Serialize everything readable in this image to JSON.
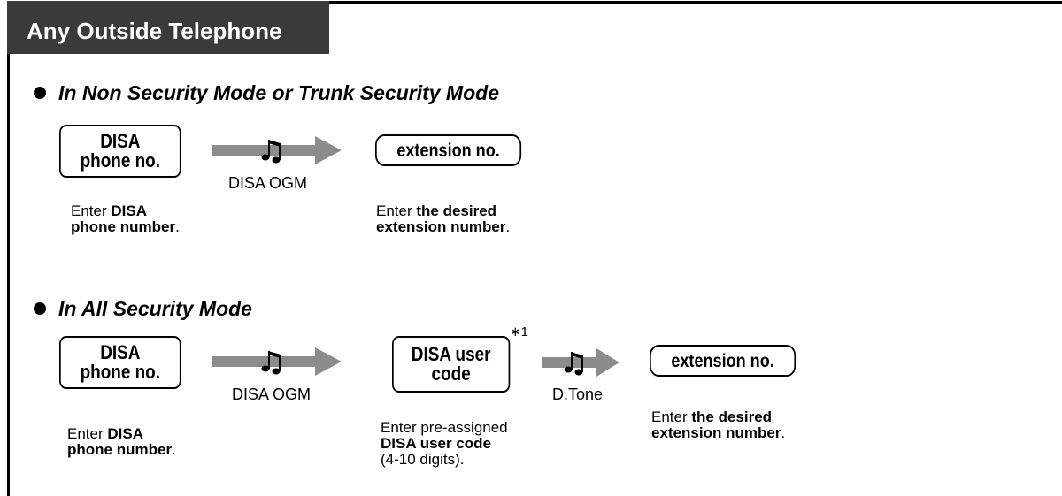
{
  "header": {
    "title": "Any Outside Telephone"
  },
  "section1": {
    "title": "In Non Security Mode or Trunk Security Mode",
    "key1_line1": "DISA",
    "key1_line2": "phone no.",
    "tone1": "DISA OGM",
    "key2": "extension no.",
    "desc1_pre": "Enter ",
    "desc1_bold1": "DISA",
    "desc1_bold2": "phone number",
    "desc1_post": ".",
    "desc2_pre": "Enter ",
    "desc2_bold1": "the desired",
    "desc2_bold2": "extension number",
    "desc2_post": "."
  },
  "section2": {
    "title": "In All Security Mode",
    "key1_line1": "DISA",
    "key1_line2": "phone no.",
    "tone1": "DISA OGM",
    "key2_line1": "DISA user",
    "key2_line2": "code",
    "note": "∗1",
    "tone2": "D.Tone",
    "key3": "extension no.",
    "desc1_pre": "Enter ",
    "desc1_bold1": "DISA",
    "desc1_bold2": "phone number",
    "desc1_post": ".",
    "desc2_line1": "Enter pre-assigned",
    "desc2_bold": "DISA user code",
    "desc2_line3": "(4-10 digits).",
    "desc3_pre": "Enter ",
    "desc3_bold1": "the desired",
    "desc3_bold2": "extension number",
    "desc3_post": "."
  },
  "icons": {
    "tone_arrow": "music-note-arrow-icon"
  },
  "colors": {
    "header_bg": "#3a3a3a",
    "arrow_fill": "#8c8c8c"
  }
}
